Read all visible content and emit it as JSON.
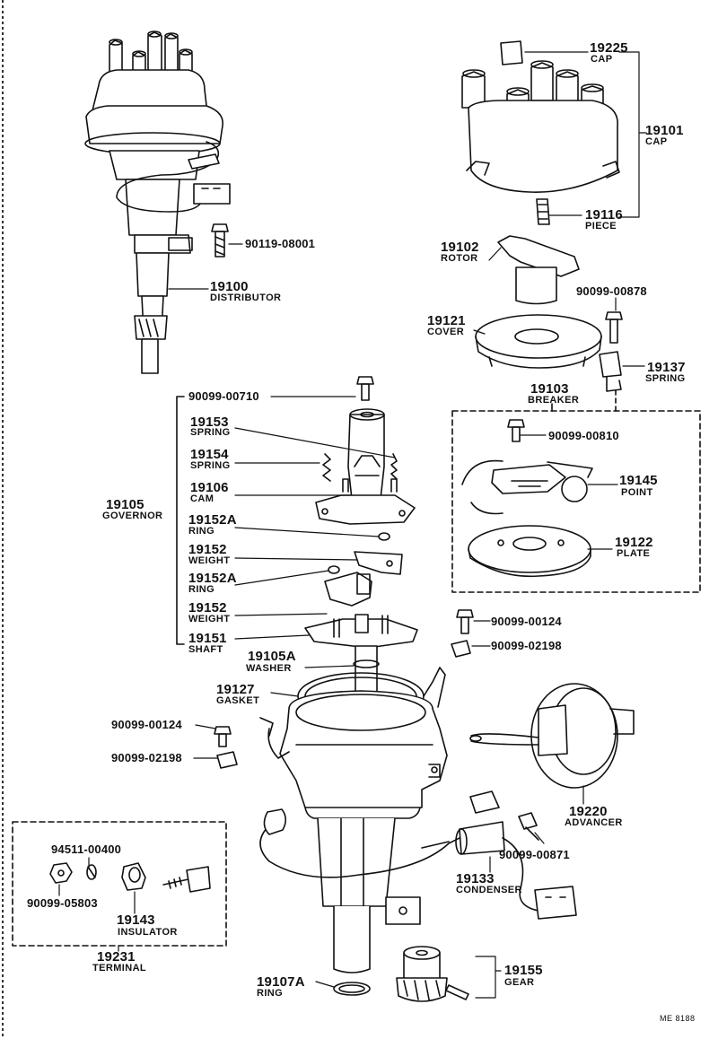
{
  "parts": [
    {
      "id": "p19225",
      "number": "19225",
      "name": "CAP"
    },
    {
      "id": "p19101",
      "number": "19101",
      "name": "CAP"
    },
    {
      "id": "p19116",
      "number": "19116",
      "name": "PIECE"
    },
    {
      "id": "p19102",
      "number": "19102",
      "name": "ROTOR"
    },
    {
      "id": "p90099_00878",
      "number": "90099-00878",
      "name": ""
    },
    {
      "id": "p19121",
      "number": "19121",
      "name": "COVER"
    },
    {
      "id": "p19137",
      "number": "19137",
      "name": "SPRING"
    },
    {
      "id": "p19103",
      "number": "19103",
      "name": "BREAKER"
    },
    {
      "id": "p90099_00810",
      "number": "90099-00810",
      "name": ""
    },
    {
      "id": "p19145",
      "number": "19145",
      "name": "POINT"
    },
    {
      "id": "p19122",
      "number": "19122",
      "name": "PLATE"
    },
    {
      "id": "p90119_08001",
      "number": "90119-08001",
      "name": ""
    },
    {
      "id": "p19100",
      "number": "19100",
      "name": "DISTRIBUTOR"
    },
    {
      "id": "p90099_00710",
      "number": "90099-00710",
      "name": ""
    },
    {
      "id": "p19153",
      "number": "19153",
      "name": "SPRING"
    },
    {
      "id": "p19154",
      "number": "19154",
      "name": "SPRING"
    },
    {
      "id": "p19106",
      "number": "19106",
      "name": "CAM"
    },
    {
      "id": "p19105",
      "number": "19105",
      "name": "GOVERNOR"
    },
    {
      "id": "p19152A_1",
      "number": "19152A",
      "name": "RING"
    },
    {
      "id": "p19152_1",
      "number": "19152",
      "name": "WEIGHT"
    },
    {
      "id": "p19152A_2",
      "number": "19152A",
      "name": "RING"
    },
    {
      "id": "p19152_2",
      "number": "19152",
      "name": "WEIGHT"
    },
    {
      "id": "p19151",
      "number": "19151",
      "name": "SHAFT"
    },
    {
      "id": "p19105A",
      "number": "19105A",
      "name": "WASHER"
    },
    {
      "id": "p90099_00124_r",
      "number": "90099-00124",
      "name": ""
    },
    {
      "id": "p90099_02198_r",
      "number": "90099-02198",
      "name": ""
    },
    {
      "id": "p19127",
      "number": "19127",
      "name": "GASKET"
    },
    {
      "id": "p90099_00124_l",
      "number": "90099-00124",
      "name": ""
    },
    {
      "id": "p90099_02198_l",
      "number": "90099-02198",
      "name": ""
    },
    {
      "id": "p19220",
      "number": "19220",
      "name": "ADVANCER"
    },
    {
      "id": "p90099_00871",
      "number": "90099-00871",
      "name": ""
    },
    {
      "id": "p94511_00400",
      "number": "94511-00400",
      "name": ""
    },
    {
      "id": "p90099_05803",
      "number": "90099-05803",
      "name": ""
    },
    {
      "id": "p19143",
      "number": "19143",
      "name": "INSULATOR"
    },
    {
      "id": "p19231",
      "number": "19231",
      "name": "TERMINAL"
    },
    {
      "id": "p19133",
      "number": "19133",
      "name": "CONDENSER"
    },
    {
      "id": "p19107A",
      "number": "19107A",
      "name": "RING"
    },
    {
      "id": "p19155",
      "number": "19155",
      "name": "GEAR"
    }
  ],
  "footer": {
    "code": "ME 8188"
  },
  "colors": {
    "ink": "#111111",
    "paper": "#ffffff"
  }
}
